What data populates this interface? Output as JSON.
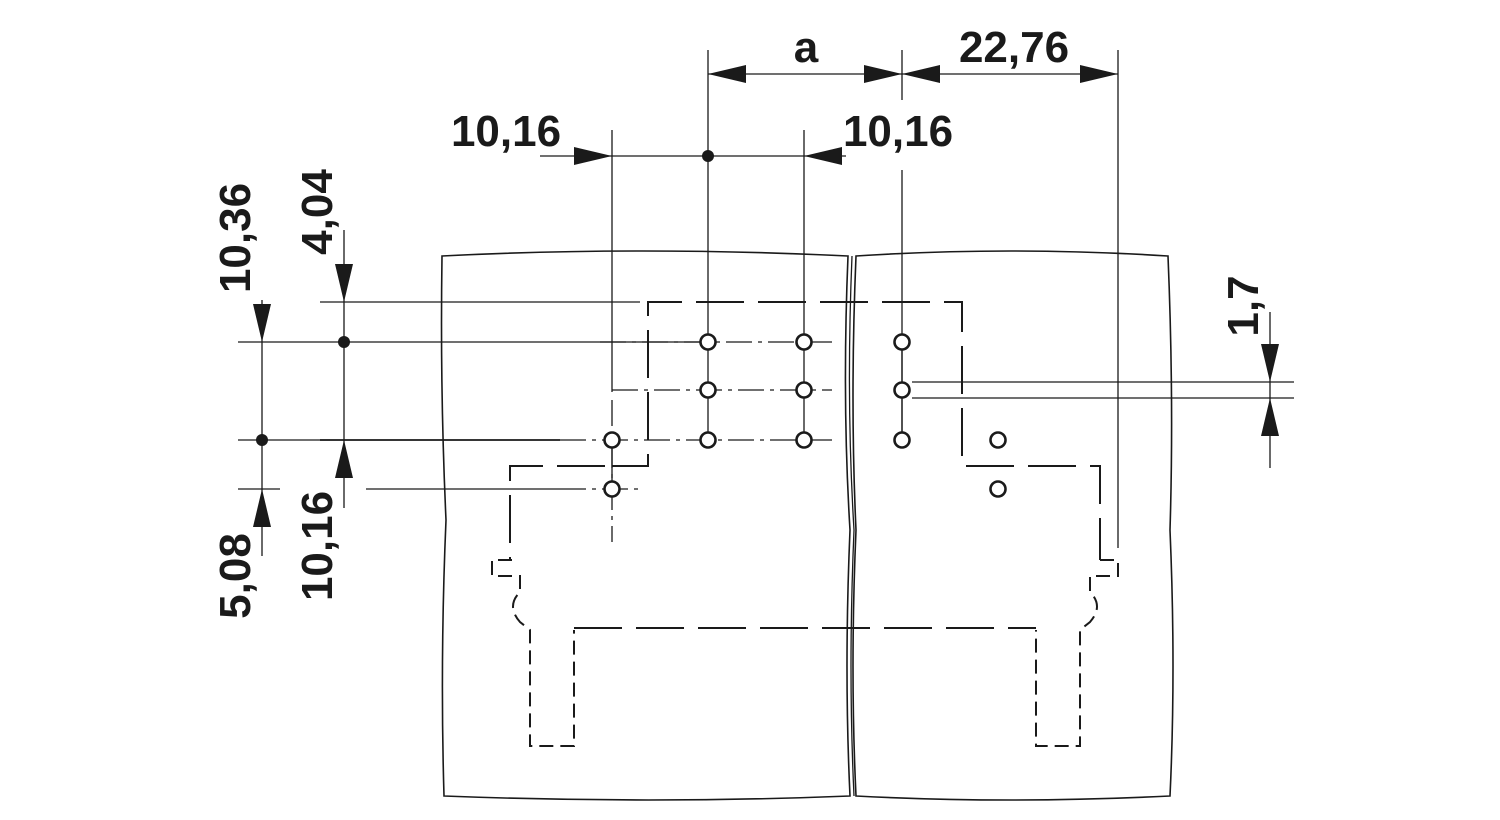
{
  "diagram": {
    "labels": {
      "dim_a": "a",
      "dim_top_right": "22,76",
      "dim_left_pitch": "10,16",
      "dim_right_pitch": "10,16",
      "dim_v_10_36": "10,36",
      "dim_v_4_04": "4,04",
      "dim_v_5_08": "5,08",
      "dim_v_10_16": "10,16",
      "dim_v_1_7": "1,7"
    },
    "colors": {
      "line": "#1a1a1a",
      "background": "#ffffff"
    }
  }
}
